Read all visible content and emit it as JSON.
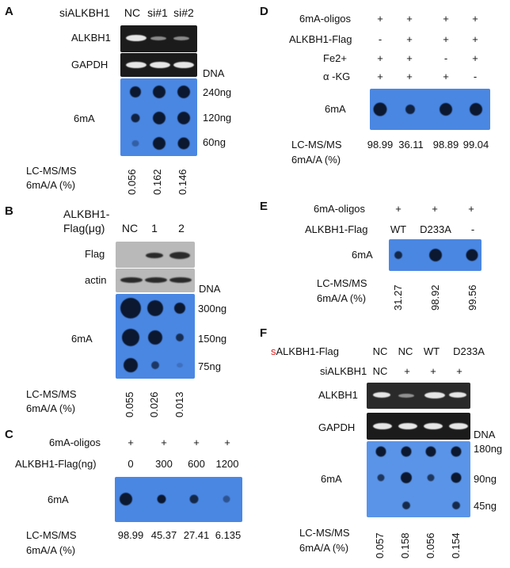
{
  "panelA": {
    "letter": "A",
    "header": "siALKBH1",
    "lanes": [
      "NC",
      "si#1",
      "si#2"
    ],
    "gel1": "ALKBH1",
    "gel2": "GAPDH",
    "dna": "DNA",
    "amounts": [
      "240ng",
      "120ng",
      "60ng"
    ],
    "blot_label": "6mA",
    "ms1": "LC-MS/MS",
    "ms2": "6mA/A (%)",
    "values": [
      "0.056",
      "0.162",
      "0.146"
    ]
  },
  "panelB": {
    "letter": "B",
    "header1": "ALKBH1-",
    "header2": "Flag(μg)",
    "lanes": [
      "NC",
      "1",
      "2"
    ],
    "wb1": "Flag",
    "wb2": "actin",
    "dna": "DNA",
    "amounts": [
      "300ng",
      "150ng",
      "75ng"
    ],
    "blot_label": "6mA",
    "ms1": "LC-MS/MS",
    "ms2": "6mA/A (%)",
    "values": [
      "0.055",
      "0.026",
      "0.013"
    ]
  },
  "panelC": {
    "letter": "C",
    "row1": "6mA-oligos",
    "row1_marks": [
      "+",
      "+",
      "+",
      "+"
    ],
    "row2": "ALKBH1-Flag(ng)",
    "row2_vals": [
      "0",
      "300",
      "600",
      "1200"
    ],
    "blot_label": "6mA",
    "ms1": "LC-MS/MS",
    "ms2": "6mA/A (%)",
    "values": [
      "98.99",
      "45.37",
      "27.41",
      "6.135"
    ]
  },
  "panelD": {
    "letter": "D",
    "rows": [
      {
        "label": "6mA-oligos",
        "marks": [
          "+",
          "+",
          "+",
          "+"
        ]
      },
      {
        "label": "ALKBH1-Flag",
        "marks": [
          "-",
          "+",
          "+",
          "+"
        ]
      },
      {
        "label": "Fe2+",
        "marks": [
          "+",
          "+",
          "-",
          "+"
        ]
      },
      {
        "label": "α -KG",
        "marks": [
          "+",
          "+",
          "+",
          "-"
        ]
      }
    ],
    "blot_label": "6mA",
    "ms1": "LC-MS/MS",
    "ms2": "6mA/A (%)",
    "values": [
      "98.99",
      "36.11",
      "98.89",
      "99.04"
    ]
  },
  "panelE": {
    "letter": "E",
    "row1": "6mA-oligos",
    "row1_marks": [
      "+",
      "+",
      "+"
    ],
    "row2": "ALKBH1-Flag",
    "row2_vals": [
      "WT",
      "D233A",
      "-"
    ],
    "blot_label": "6mA",
    "ms1": "LC-MS/MS",
    "ms2": "6mA/A (%)",
    "values": [
      "31.27",
      "98.92",
      "99.56"
    ]
  },
  "panelF": {
    "letter": "F",
    "row1_prefix": "s",
    "row1": "ALKBH1-Flag",
    "row1_vals": [
      "NC",
      "NC",
      "WT",
      "D233A"
    ],
    "row2": "siALKBH1",
    "row2_vals": [
      "NC",
      "+",
      "+",
      "+"
    ],
    "gel1": "ALKBH1",
    "gel2": "GAPDH",
    "dna": "DNA",
    "amounts": [
      "180ng",
      "90ng",
      "45ng"
    ],
    "blot_label": "6mA",
    "ms1": "LC-MS/MS",
    "ms2": "6mA/A (%)",
    "values": [
      "0.057",
      "0.158",
      "0.056",
      "0.154"
    ]
  },
  "colors": {
    "blot": "#4a87e3",
    "dot": "#0b1830",
    "gel": "#1b1b1b",
    "western": "#b9b9b9",
    "accent_red": "#dd2222"
  }
}
